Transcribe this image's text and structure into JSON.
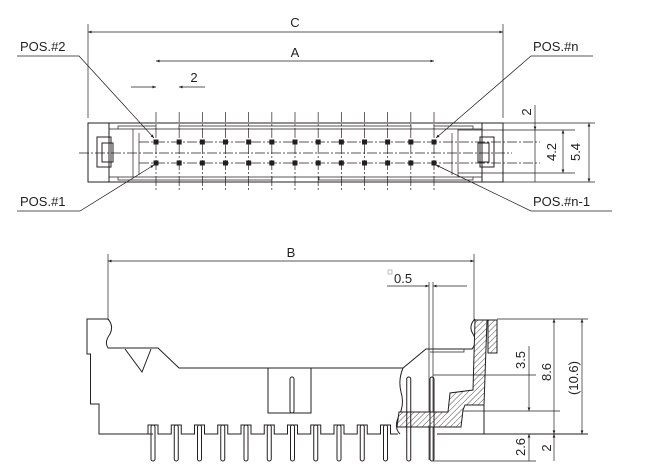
{
  "top_view": {
    "dim_c": "C",
    "dim_a": "A",
    "pitch": "2",
    "pos_2": "POS.#2",
    "pos_n": "POS.#n",
    "pos_1": "POS.#1",
    "pos_n1": "POS.#n-1",
    "dim_2": "2",
    "dim_4_2": "4.2",
    "dim_5_4": "5.4",
    "pin_columns": 13
  },
  "side_view": {
    "dim_b": "B",
    "dim_0_5": "0.5",
    "dim_3_5": "3.5",
    "dim_8_6": "8.6",
    "dim_10_6": "(10.6)",
    "dim_2_6": "2.6",
    "dim_2": "2",
    "pin_count": 13
  },
  "colors": {
    "line": "#231f20",
    "background": "#ffffff"
  }
}
